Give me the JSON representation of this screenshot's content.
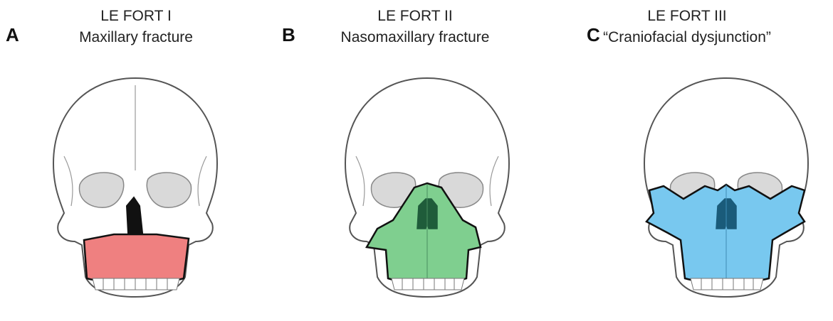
{
  "panels": [
    {
      "letter": "A",
      "line1": "LE FORT I",
      "line2": "Maxillary fracture",
      "fill": "#ef8080",
      "fracture": "le-fort-i"
    },
    {
      "letter": "B",
      "line1": "LE FORT II",
      "line2": "Nasomaxillary fracture",
      "fill": "#7fcf8f",
      "fracture": "le-fort-ii"
    },
    {
      "letter": "C",
      "line1": "LE FORT III",
      "line2": "“Craniofacial dysjunction”",
      "fill": "#78c8ef",
      "fracture": "le-fort-iii"
    }
  ]
}
